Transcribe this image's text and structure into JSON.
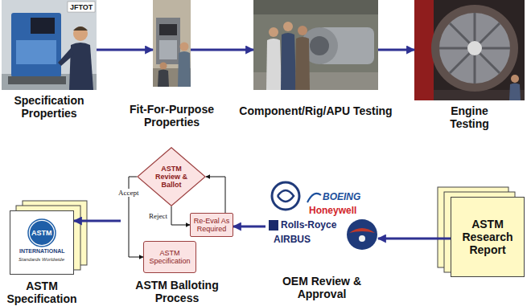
{
  "diagram": {
    "nodes": [
      {
        "text": [
          "Specification Properties"
        ]
      },
      {
        "text": [
          "Fit-For-Purpose Properties"
        ]
      },
      {
        "text": [
          "Component/Rig/APU Testing"
        ]
      },
      {
        "text": [
          "Engine Testing"
        ]
      },
      {
        "text": [
          "ASTM Research Report"
        ]
      },
      {
        "text": [
          "OEM Review & Approval"
        ]
      },
      {
        "text": [
          "ASTM Balloting Process"
        ]
      },
      {
        "text": [
          "ASTM Review & Ballot"
        ],
        "in": 6
      },
      {
        "text": [
          "Re-Eval As Required"
        ],
        "in": 6
      },
      {
        "text": [
          "ASTM Specification"
        ],
        "in": 6
      },
      {
        "text": [
          "ASTM Specification"
        ]
      }
    ],
    "edges": [
      {
        "from": 0,
        "to": 1,
        "arrow": "to"
      },
      {
        "from": 1,
        "to": 2,
        "arrow": "to"
      },
      {
        "from": 2,
        "to": 3,
        "arrow": "to"
      },
      {
        "from": 4,
        "to": 5,
        "arrow": "to"
      },
      {
        "from": 5,
        "to": 8,
        "arrow": "to"
      },
      {
        "from": 7,
        "to": 9,
        "label": "Accept",
        "arrow": "to"
      },
      {
        "from": 7,
        "to": 8,
        "label": "Reject",
        "arrow": "to"
      },
      {
        "from": 8,
        "to": 7,
        "arrow": "to"
      },
      {
        "from": 6,
        "to": 10,
        "arrow": "to"
      }
    ],
    "labels": [
      "JFTOT",
      "BOEING",
      "Honeywell",
      "Rolls-Royce",
      "AIRBUS",
      "ASTM",
      "INTERNATIONAL",
      "Standards Worldwide"
    ]
  }
}
